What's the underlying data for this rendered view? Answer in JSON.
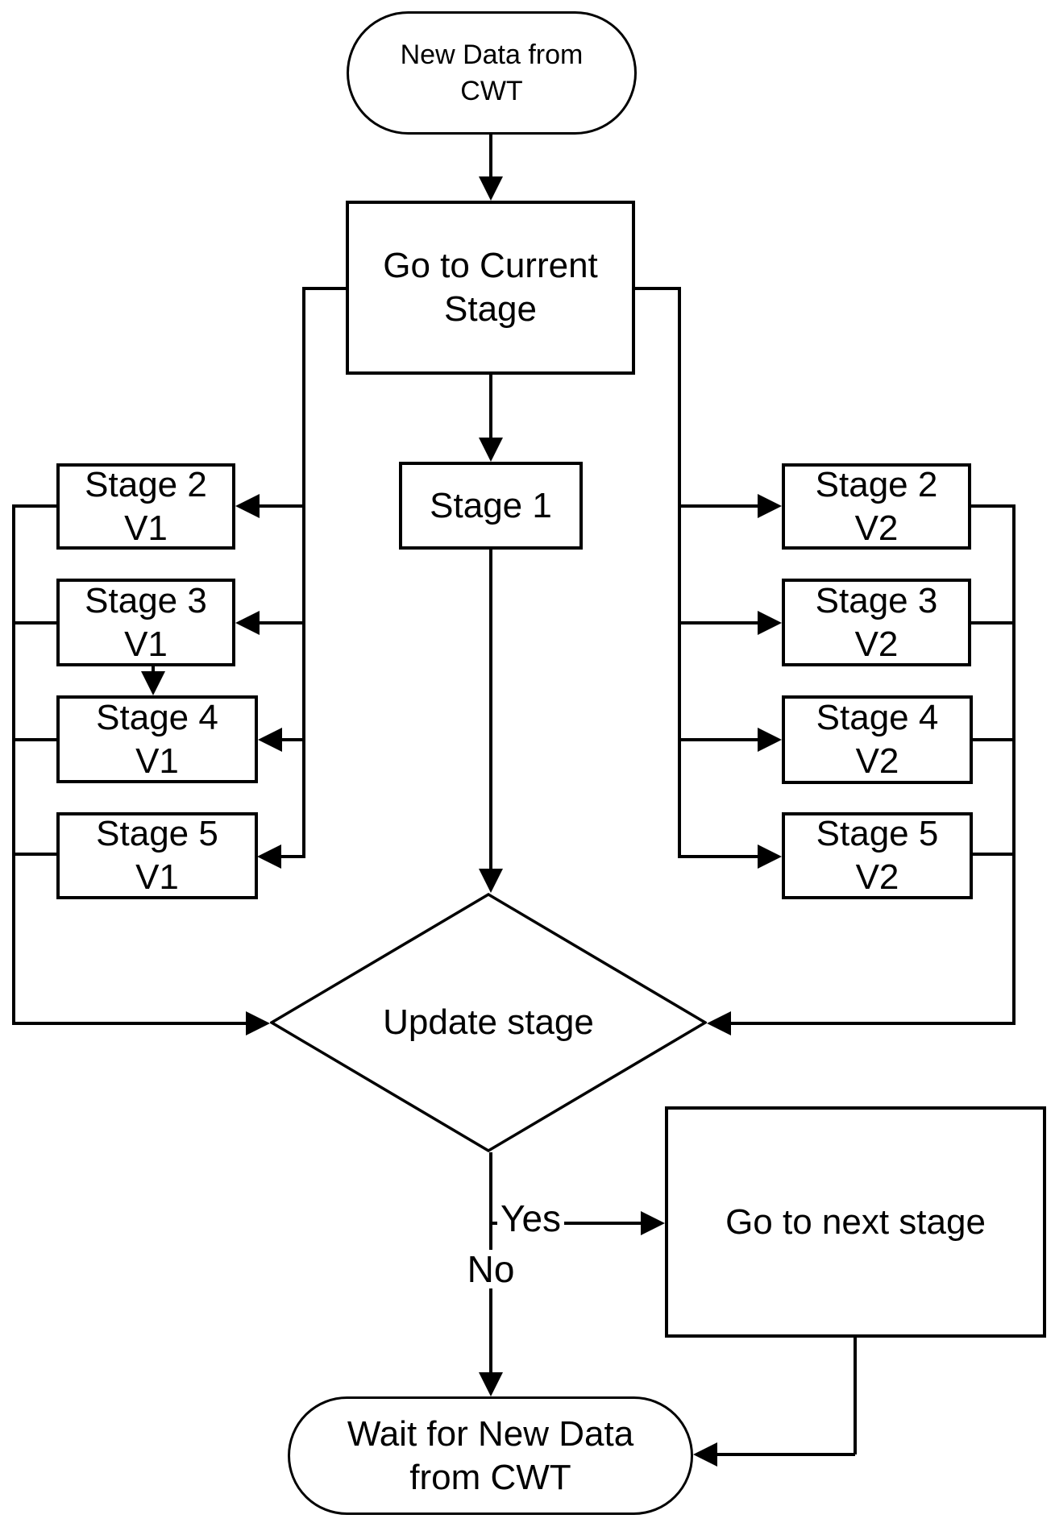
{
  "diagram": {
    "type": "flowchart",
    "colors": {
      "line": "#000000",
      "node_fill": "#ffffff",
      "background": "#ffffff",
      "text": "#000000"
    },
    "nodes": {
      "start": "New Data from\nCWT",
      "goto_current": "Go to Current\nStage",
      "stage1": "Stage 1",
      "s2v1": "Stage 2\nV1",
      "s3v1": "Stage 3\nV1",
      "s4v1": "Stage 4\nV1",
      "s5v1": "Stage 5\nV1",
      "s2v2": "Stage 2\nV2",
      "s3v2": "Stage 3\nV2",
      "s4v2": "Stage 4\nV2",
      "s5v2": "Stage 5\nV2",
      "decision": "Update stage",
      "go_next": "Go to next stage",
      "wait": "Wait for New Data\nfrom CWT"
    },
    "edge_labels": {
      "yes": "Yes",
      "no": "No"
    }
  }
}
